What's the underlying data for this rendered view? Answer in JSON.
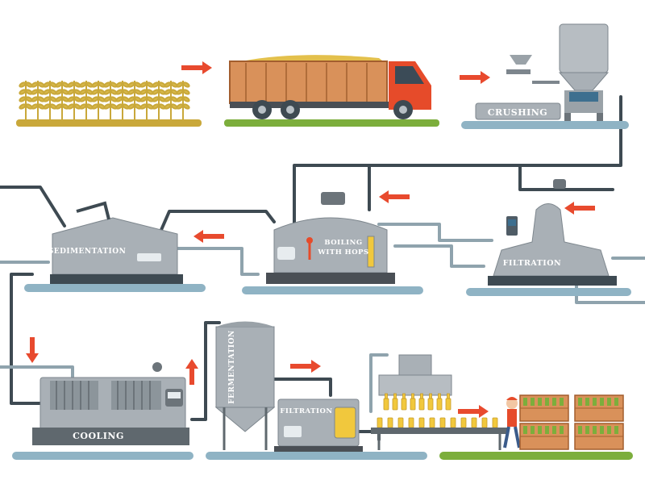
{
  "labels": {
    "crushing": "CRUSHING",
    "sedimentation": "SEDIMENTATION",
    "boiling_line1": "BOILING",
    "boiling_line2": "WITH HOPS",
    "filtration_top": "FILTRATION",
    "cooling": "COOLING",
    "fermentation": "FERMENTATION",
    "filtration_bottom": "FILTRATION"
  },
  "colors": {
    "arrow": "#e84a2e",
    "pipe": "#3e4a52",
    "pipe_light": "#8fa3ad",
    "platform": "#8fb3c4",
    "machine": "#a9b0b6",
    "machine_dark": "#7d868d",
    "grass": "#c9a83a",
    "truck_red": "#e64b2a",
    "crate": "#d9915a",
    "beer": "#f1c83d"
  },
  "icons": [
    "wheat-field-icon",
    "truck-icon",
    "arrow-icon",
    "worker-icon",
    "bottle-icon",
    "crate-icon"
  ]
}
